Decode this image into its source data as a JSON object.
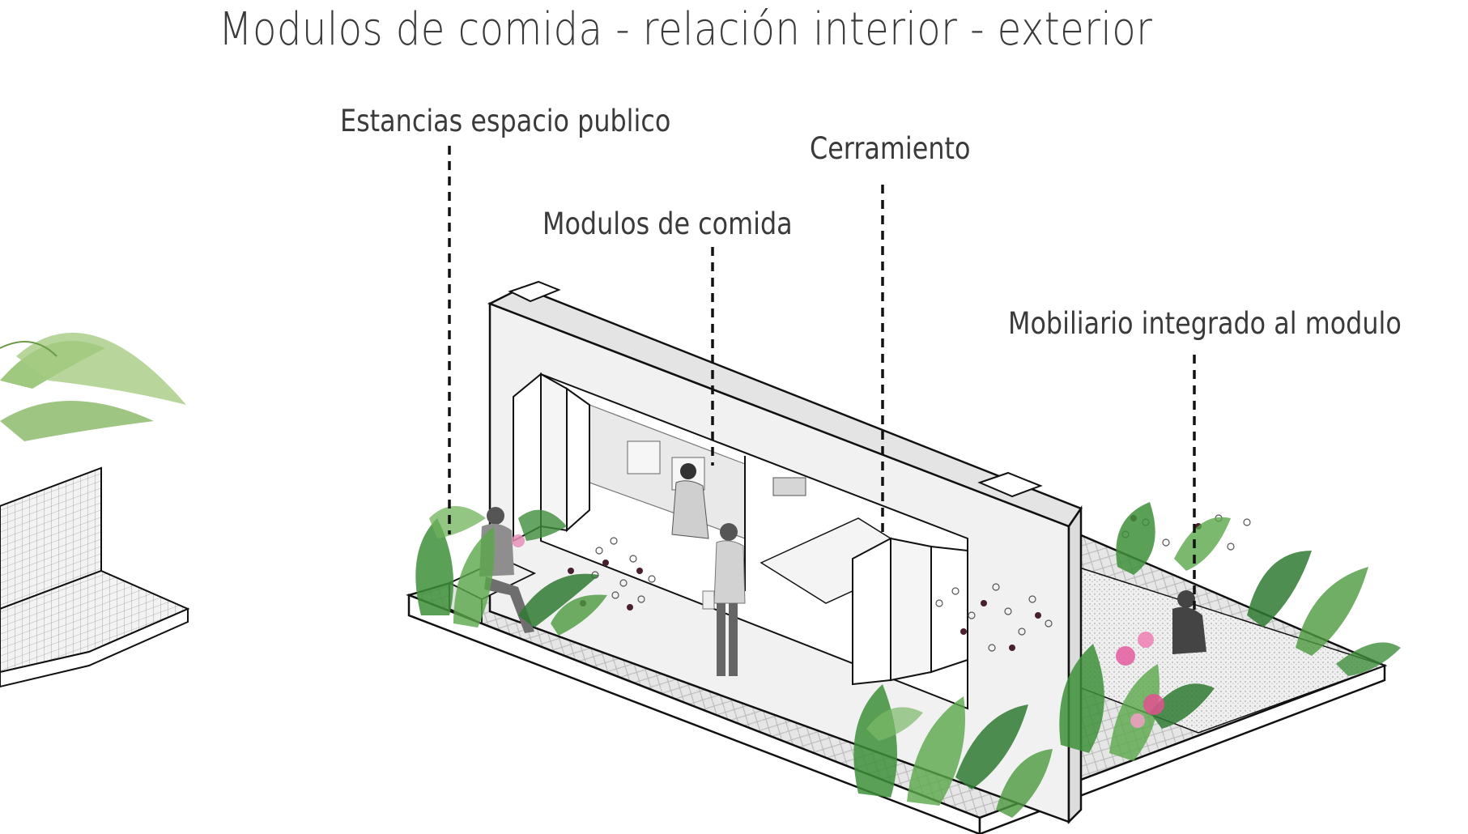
{
  "diagram": {
    "title": "Modulos de comida - relación interior - exterior",
    "callouts": {
      "estancias": "Estancias espacio publico",
      "modulos": "Modulos de comida",
      "cerramiento": "Cerramiento",
      "mobiliario": "Mobiliario integrado al modulo"
    }
  }
}
